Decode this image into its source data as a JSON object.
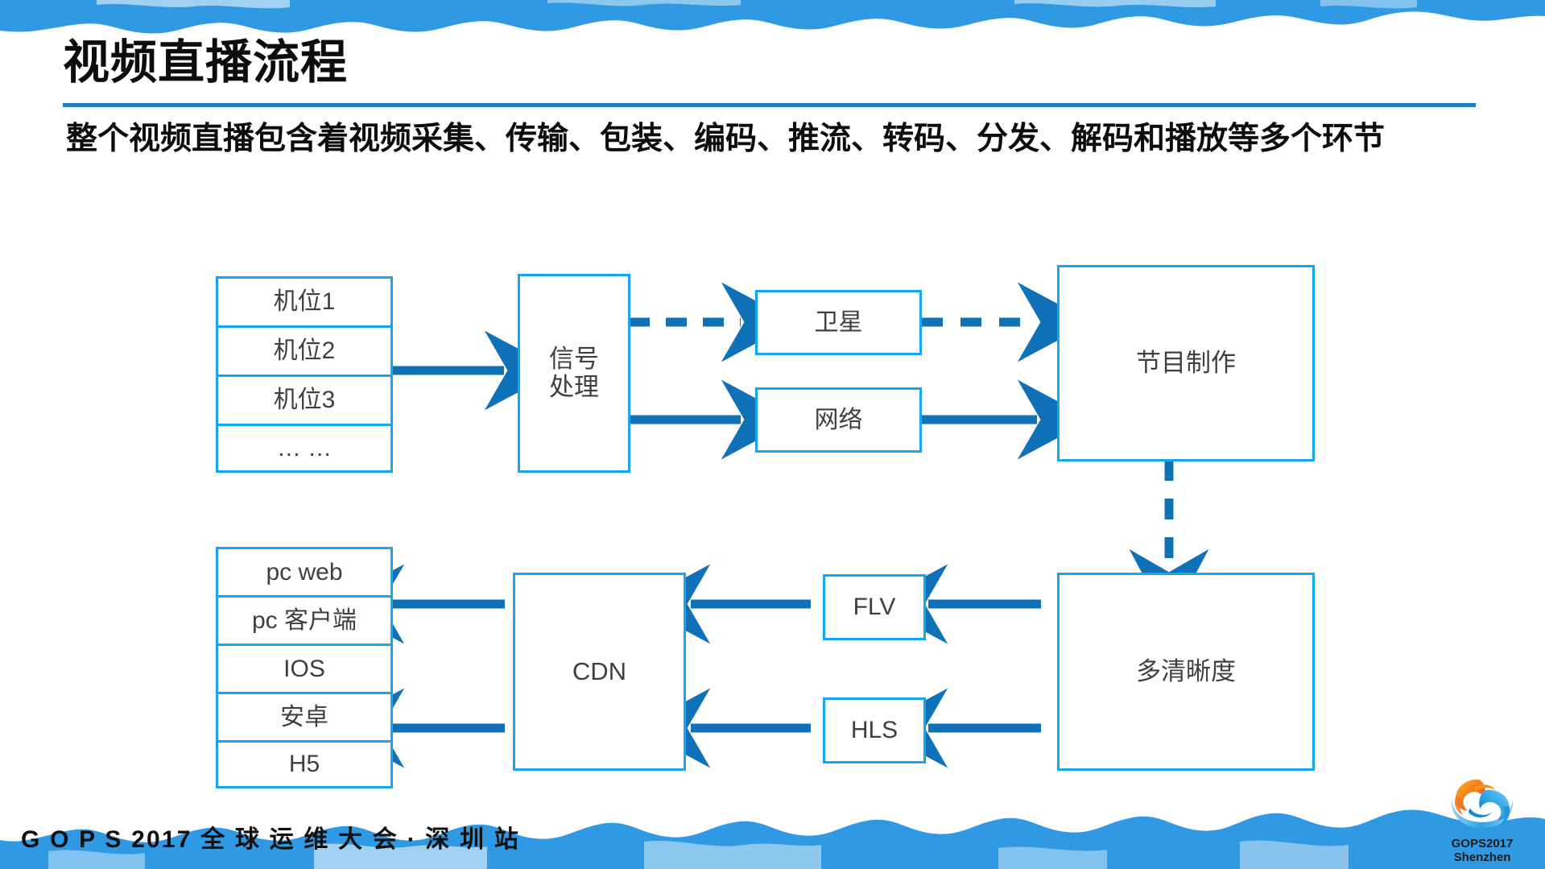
{
  "slide": {
    "title": "视频直播流程",
    "subtitle_line1": "整个视频直播包含着视频采集、传输、包装、编码、推流、转码、分发、",
    "subtitle_line2": "解码和播放等多个环节",
    "footer": "G O P S 2017 全 球 运 维 大 会 · 深 圳 站"
  },
  "logo": {
    "line1": "GOPS2017",
    "line2": "Shenzhen"
  },
  "colors": {
    "banner_blue": "#2f9ae3",
    "rule_blue": "#1f7fc4",
    "node_border": "#18a5ef",
    "arrow_blue": "#0f72b8",
    "text_dark": "#3f3f3f",
    "heading_black": "#0d0d0d",
    "logo_orange": "#f05a28",
    "logo_blue": "#2196e3"
  },
  "diagram": {
    "capture_stack": {
      "label": "capture-sources",
      "items": [
        "机位1",
        "机位2",
        "机位3",
        "… …"
      ]
    },
    "signal_processing": "信号\n处理",
    "transport_satellite": "卫星",
    "transport_network": "网络",
    "program_production": "节目制作",
    "multi_quality": "多清晰度",
    "flv": "FLV",
    "hls": "HLS",
    "cdn": "CDN",
    "client_stack": {
      "label": "playback-clients",
      "items": [
        "pc web",
        "pc 客户端",
        "IOS",
        "安卓",
        "H5"
      ]
    }
  }
}
